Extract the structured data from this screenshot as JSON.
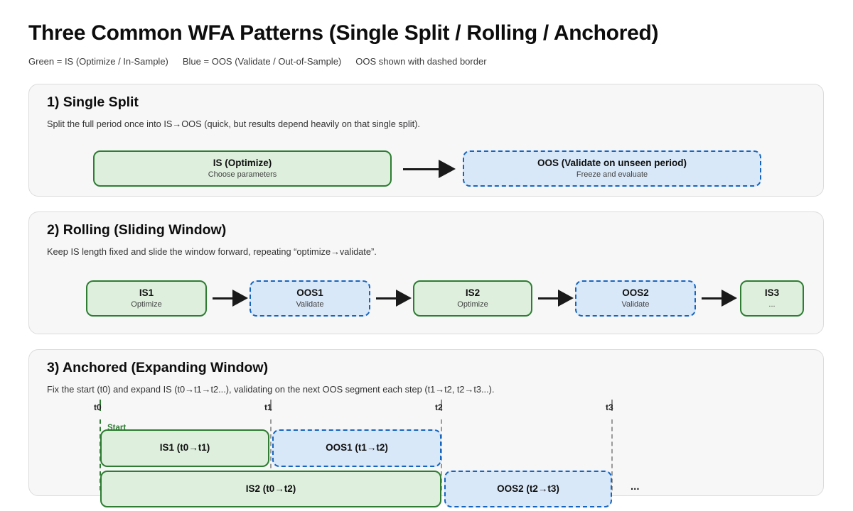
{
  "header": {
    "title": "Three Common WFA Patterns (Single Split / Rolling / Anchored)",
    "legend_items": [
      "Green = IS (Optimize / In-Sample)",
      "Blue = OOS (Validate / Out-of-Sample)",
      "OOS shown with dashed border"
    ]
  },
  "colors": {
    "is_fill": "#def0dd",
    "is_border": "#2e7d32",
    "oos_fill": "#d9e8f8",
    "oos_border": "#1565c0",
    "panel_fill": "#f7f7f8",
    "panel_border": "#dcdcdc",
    "arrow": "#1a1a1a",
    "timeline_gray": "#9a9a9a"
  },
  "panels": [
    {
      "heading": "1) Single Split",
      "description": "Split the full period once into IS→OOS (quick, but results depend heavily on that single split).",
      "boxes": [
        {
          "type": "is",
          "title": "IS (Optimize)",
          "subtitle": "Choose parameters"
        },
        {
          "type": "oos",
          "title": "OOS (Validate on unseen period)",
          "subtitle": "Freeze and evaluate"
        }
      ]
    },
    {
      "heading": "2) Rolling (Sliding Window)",
      "description": "Keep IS length fixed and slide the window forward, repeating “optimize→validate”.",
      "boxes": [
        {
          "type": "is",
          "title": "IS1",
          "subtitle": "Optimize"
        },
        {
          "type": "oos",
          "title": "OOS1",
          "subtitle": "Validate"
        },
        {
          "type": "is",
          "title": "IS2",
          "subtitle": "Optimize"
        },
        {
          "type": "oos",
          "title": "OOS2",
          "subtitle": "Validate"
        },
        {
          "type": "is",
          "title": "IS3",
          "subtitle": "..."
        }
      ]
    },
    {
      "heading": "3) Anchored (Expanding Window)",
      "description": "Fix the start (t0) and expand IS (t0→t1→t2...), validating on the next OOS segment each step (t1→t2, t2→t3...).",
      "timeline": {
        "ticks": [
          "t0",
          "t1",
          "t2",
          "t3"
        ]
      },
      "anchor_label": "Start",
      "rows": [
        [
          {
            "type": "is",
            "title": "IS1 (t0→t1)"
          },
          {
            "type": "oos",
            "title": "OOS1 (t1→t2)"
          }
        ],
        [
          {
            "type": "is",
            "title": "IS2 (t0→t2)"
          },
          {
            "type": "oos",
            "title": "OOS2 (t2→t3)"
          }
        ]
      ],
      "more_label": "..."
    }
  ]
}
